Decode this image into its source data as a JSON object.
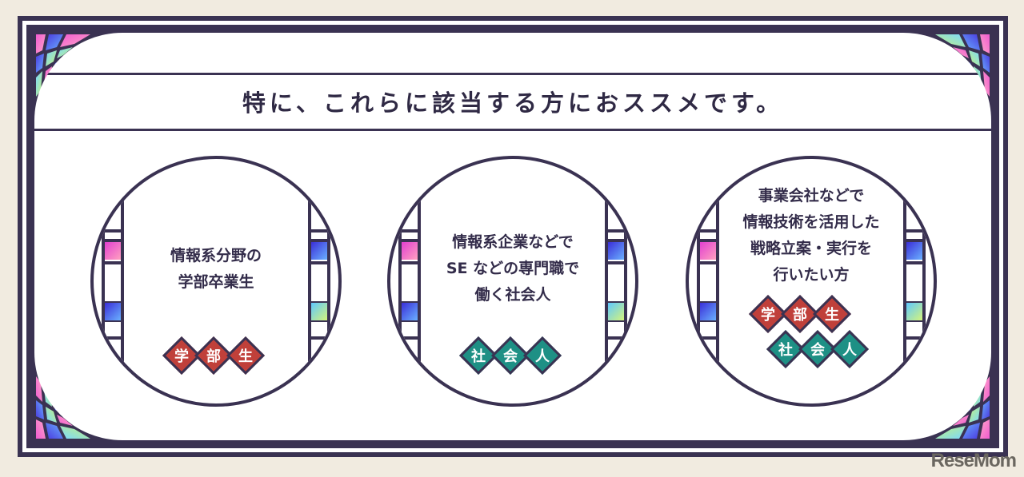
{
  "heading": "特に、これらに該当する方におススメです。",
  "cards": [
    {
      "lines": [
        "情報系分野の",
        "学部卒業生"
      ],
      "badge_rows": [
        {
          "style": "red",
          "chars": [
            "学",
            "部",
            "生"
          ]
        }
      ]
    },
    {
      "lines": [
        "情報系企業などで",
        "SE などの専門職で",
        "働く社会人"
      ],
      "badge_rows": [
        {
          "style": "teal",
          "chars": [
            "社",
            "会",
            "人"
          ]
        }
      ]
    },
    {
      "lines": [
        "事業会社などで",
        "情報技術を活用した",
        "戦略立案・実行を",
        "行いたい方"
      ],
      "badge_rows": [
        {
          "style": "red",
          "chars": [
            "学",
            "部",
            "生"
          ]
        },
        {
          "style": "teal",
          "chars": [
            "社",
            "会",
            "人"
          ]
        }
      ]
    }
  ],
  "colors": {
    "frame": "#3a3252",
    "background": "#f1ebe0",
    "badge_red": "#c0403a",
    "badge_teal": "#1e9085"
  },
  "watermark": "ReseMom"
}
